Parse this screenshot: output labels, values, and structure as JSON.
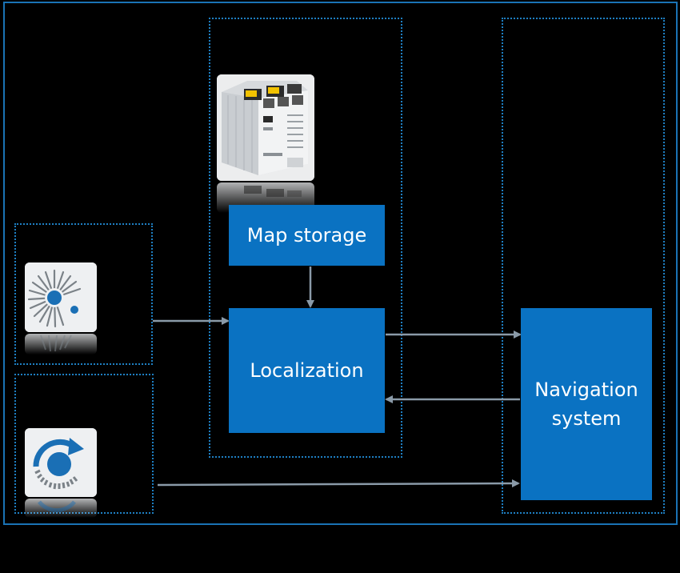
{
  "blocks": {
    "map_storage": "Map storage",
    "localization": "Localization",
    "navigation_system": "Navigation system"
  },
  "colors": {
    "background": "#000000",
    "block_fill": "#0a72c2",
    "frame_border": "#1a73b5",
    "dotted_border": "#1e7fc2",
    "arrow": "#8a9aa8",
    "block_text": "#ffffff"
  },
  "icons": {
    "controller": "safety-controller-hardware-icon",
    "laser_scanner": "laser-scanner-icon",
    "encoder": "rotary-encoder-icon"
  }
}
